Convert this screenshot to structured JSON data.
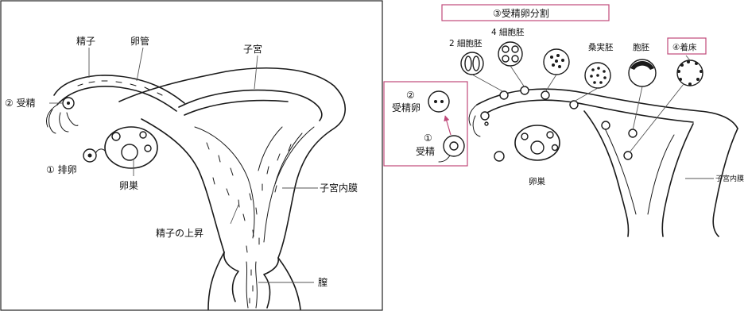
{
  "left": {
    "labels": {
      "sperm": "精子",
      "oviduct": "卵管",
      "uterus": "子宮",
      "fertilization": "② 受精",
      "ovulation": "① 排卵",
      "ovary": "卵巣",
      "endometrium": "子宮内膜",
      "sperm_ascent": "精子の上昇",
      "vagina": "膣"
    }
  },
  "right": {
    "labels": {
      "division_title": "③受精卵分割",
      "two_cell": "2 細胞胚",
      "four_cell": "4 細胞胚",
      "morula": "桑実胚",
      "blastocyst": "胞胚",
      "implantation": "④着床",
      "fertilized_egg_num": "②",
      "fertilized_egg": "受精卵",
      "fertilization_num": "①",
      "fertilization": "受精",
      "ovary": "卵巣",
      "endometrium": "子宮内膜"
    }
  }
}
